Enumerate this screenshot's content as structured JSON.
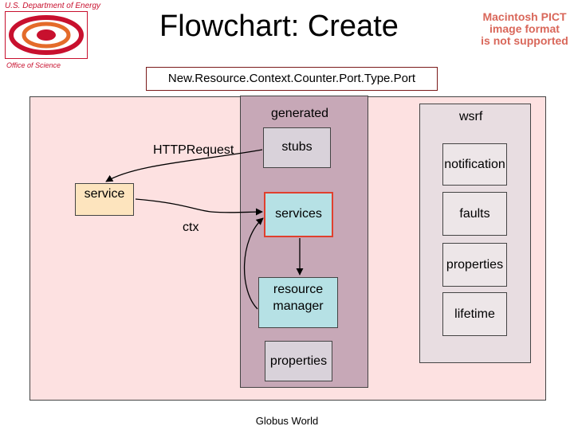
{
  "header": {
    "department": "U.S. Department of Energy",
    "office": "Office of Science",
    "title": "Flowchart: Create",
    "pict_notice": [
      "Macintosh PICT",
      "image format",
      "is not supported"
    ],
    "port_type": "New.Resource.Context.Counter.Port.Type.Port"
  },
  "diagram": {
    "generated_label": "generated",
    "wsrf_label": "wsrf",
    "http_request_label": "HTTPRequest",
    "ctx_label": "ctx",
    "nodes": {
      "stubs": "stubs",
      "services": "services",
      "resource_manager": [
        "resource",
        "manager"
      ],
      "generated_properties": "properties",
      "service": "service",
      "notification": "notification",
      "faults": "faults",
      "wsrf_properties": "properties",
      "lifetime": "lifetime"
    }
  },
  "footer": {
    "text": "Globus World"
  },
  "colors": {
    "canvas": "#fde1e1",
    "generated_panel": "#c7a8b7",
    "wsrf_panel": "#e8dde1",
    "service_box": "#fde4be",
    "services_box": "#b6e1e5",
    "services_border": "#e0402e",
    "brand_red": "#c8102e"
  }
}
